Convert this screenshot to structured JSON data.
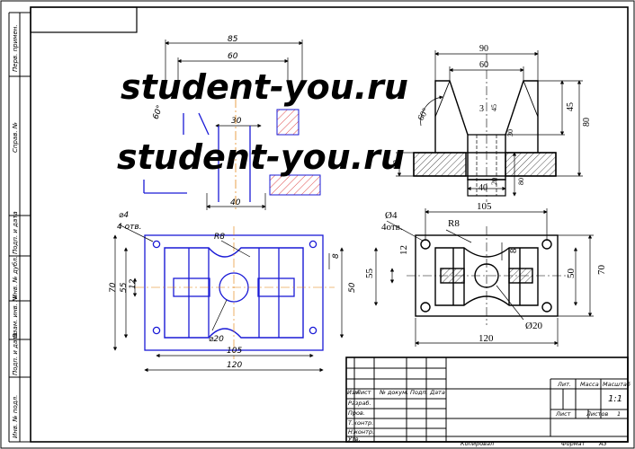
{
  "watermark": "student-you.ru",
  "side_strip": [
    "Перв. примен.",
    "Справ. №",
    "Подп. и дата",
    "Инв. № дубл.",
    "Взам. инв. №",
    "Подп. и дата",
    "Инв. № подл."
  ],
  "top_left_views": {
    "dims": [
      "85",
      "60",
      "30",
      "40"
    ],
    "angle": "60°"
  },
  "top_right_view": {
    "dims": [
      "90",
      "60",
      "3",
      "45",
      "45",
      "80",
      "30",
      "20",
      "40",
      "20",
      "80"
    ],
    "angle": "60°"
  },
  "bottom_left_view": {
    "hole_callout": [
      "⌀4",
      "4 отв."
    ],
    "radius": "R8",
    "dims": [
      "70",
      "55",
      "12",
      "8",
      "50",
      "⌀20",
      "105",
      "120"
    ]
  },
  "bottom_right_view": {
    "hole_callout": [
      "Ø4",
      "4отв."
    ],
    "radius": "R8",
    "dims": [
      "105",
      "12",
      "8",
      "55",
      "50",
      "70",
      "Ø20",
      "120"
    ]
  },
  "title_block": {
    "row_labels": [
      "Изм",
      "Лист",
      "№ докум.",
      "Подп.",
      "Дата"
    ],
    "roles": [
      "Разраб.",
      "Пров.",
      "Т.контр.",
      "",
      "Н.контр.",
      "Утв."
    ],
    "lit": "Лит.",
    "mass": "Масса",
    "scale": "Масштаб",
    "scale_value": "1:1",
    "sheet": "Лист",
    "sheets": "Листов",
    "sheets_value": "1",
    "copied": "Копировал",
    "format_label": "Формат",
    "format_value": "А3"
  },
  "colors": {
    "outline": "#000000",
    "part": "#1a1ad6",
    "axis": "#e07b00",
    "hatch": "#e05050"
  }
}
